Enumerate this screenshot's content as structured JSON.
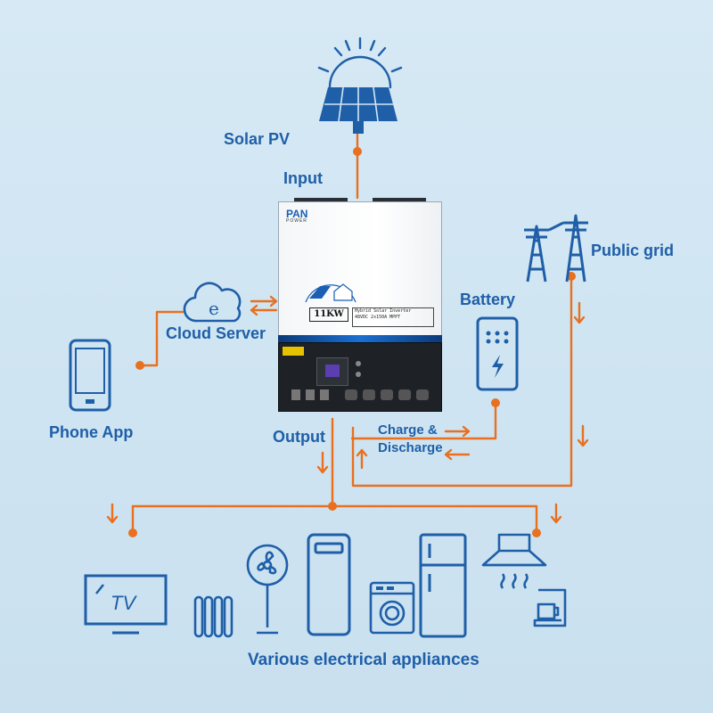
{
  "labels": {
    "solar_pv": "Solar PV",
    "input": "Input",
    "public_grid": "Public grid",
    "battery": "Battery",
    "cloud_server": "Cloud Server",
    "phone_app": "Phone App",
    "output": "Output",
    "charge_line1": "Charge &",
    "charge_line2": "Discharge",
    "appliances": "Various electrical appliances"
  },
  "inverter": {
    "brand": "PAN",
    "brand_sub": "POWER",
    "model": "11KW",
    "spec_lines": [
      "Hybrid Solar Inverter",
      "48VDC    2x150A MPPT"
    ]
  },
  "appliances": {
    "tv_text": "TV"
  },
  "colors": {
    "line": "#e8701f",
    "icon": "#1f5fa8",
    "label": "#1f5fa8",
    "background": "#d0e5f2"
  },
  "icons": [
    "sun-icon",
    "solar-panel-icon",
    "transmission-tower-icon",
    "battery-icon",
    "cloud-icon",
    "phone-icon",
    "tv-icon",
    "radiator-icon",
    "fan-icon",
    "air-conditioner-icon",
    "washing-machine-icon",
    "refrigerator-icon",
    "range-hood-icon",
    "coffee-maker-icon"
  ]
}
